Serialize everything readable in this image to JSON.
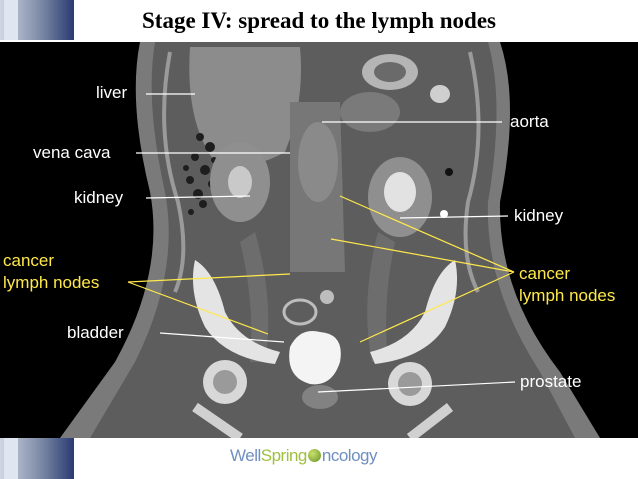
{
  "title": "Stage IV: spread to the lymph nodes",
  "labels": {
    "liver": "liver",
    "vena_cava": "vena cava",
    "kidney_left": "kidney",
    "cancer_left_1": "cancer",
    "cancer_left_2": "lymph nodes",
    "bladder": "bladder",
    "aorta": "aorta",
    "kidney_right": "kidney",
    "cancer_right_1": "cancer",
    "cancer_right_2": "lymph nodes",
    "prostate": "prostate"
  },
  "logo": {
    "part1": "Well",
    "part2": "Spring",
    "part3": "ncology"
  },
  "colors": {
    "label_white": "#ffffff",
    "label_yellow": "#ffe94a",
    "logo_blue": "#6f8fbf",
    "logo_green": "#9fbf3f"
  }
}
